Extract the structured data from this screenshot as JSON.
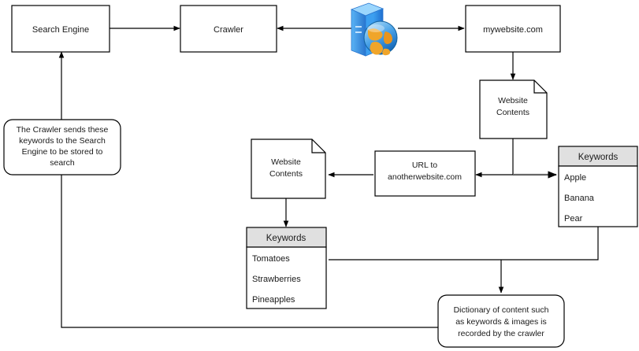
{
  "diagram": {
    "title": "Search engine crawler flow",
    "colors": {
      "stroke": "#000000",
      "shape_fill": "#ffffff",
      "table_header_fill": "#e0e0e0",
      "gray_connector": "#666666",
      "text": "#1a1a1a"
    },
    "nodes": {
      "search_engine": {
        "label": "Search Engine"
      },
      "crawler": {
        "label": "Crawler"
      },
      "web_server": {
        "label": "web-server-globe-icon"
      },
      "mywebsite": {
        "label": "mywebsite.com"
      },
      "website_contents_right": {
        "line1": "Website",
        "line2": "Contents"
      },
      "website_contents_left": {
        "line1": "Website",
        "line2": "Contents"
      },
      "url_another": {
        "line1": "URL to",
        "line2": "anotherwebsite.com"
      },
      "note_left": {
        "line1": "The Crawler sends these",
        "line2": "keywords to the Search",
        "line3": "Engine to be stored to",
        "line4": "search"
      },
      "note_dictionary": {
        "line1": "Dictionary of content such",
        "line2": "as keywords & images is",
        "line3": "recorded by the crawler"
      }
    },
    "tables": {
      "keywords_right": {
        "header": "Keywords",
        "rows": [
          "Apple",
          "Banana",
          "Pear"
        ]
      },
      "keywords_left": {
        "header": "Keywords",
        "rows": [
          "Tomatoes",
          "Strawberries",
          "Pineapples"
        ]
      }
    }
  }
}
